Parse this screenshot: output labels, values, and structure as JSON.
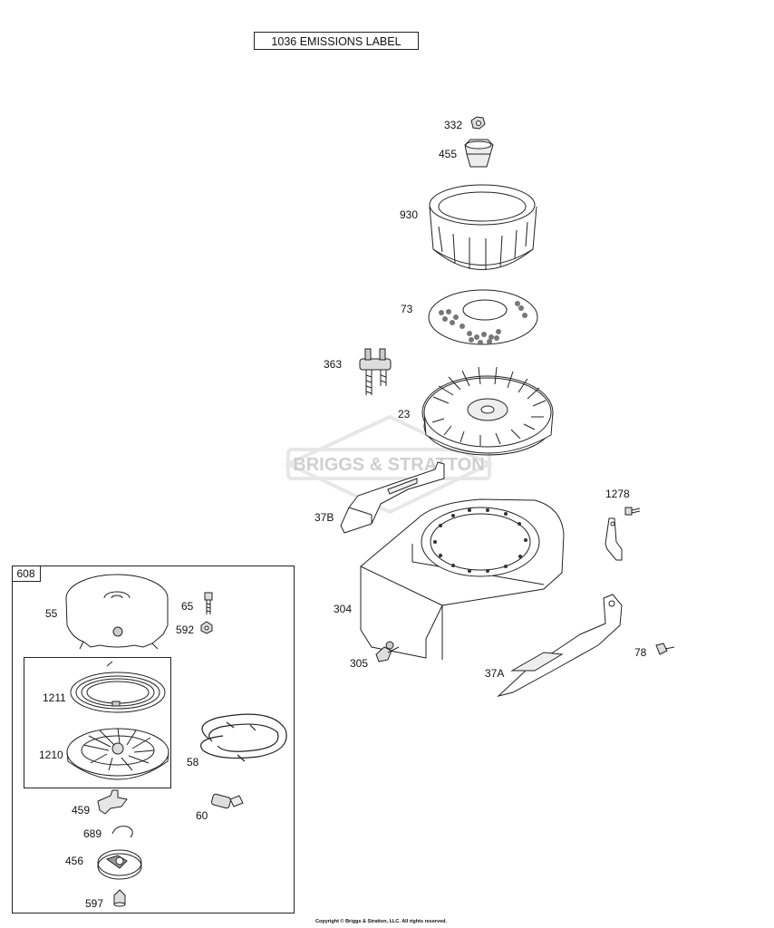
{
  "header": {
    "emissions_label": "1036 EMISSIONS LABEL"
  },
  "watermark": {
    "text": "BRIGGS & STRATTON"
  },
  "kit": {
    "number": "608"
  },
  "callouts": {
    "c332": "332",
    "c455": "455",
    "c930": "930",
    "c73": "73",
    "c363": "363",
    "c23": "23",
    "c37b": "37B",
    "c1278": "1278",
    "c304": "304",
    "c305": "305",
    "c37a": "37A",
    "c78": "78",
    "c55": "55",
    "c65": "65",
    "c592": "592",
    "c1211": "1211",
    "c1210": "1210",
    "c58": "58",
    "c459": "459",
    "c60": "60",
    "c689": "689",
    "c456": "456",
    "c597": "597"
  },
  "footer": {
    "copyright": "Copyright © Briggs & Stratton, LLC. All rights reserved."
  }
}
